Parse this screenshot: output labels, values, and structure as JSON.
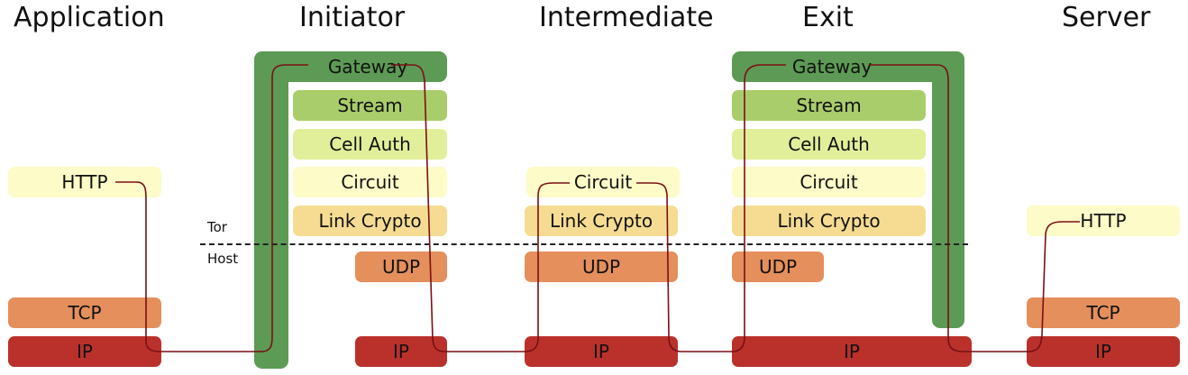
{
  "columns": {
    "application": "Application",
    "initiator": "Initiator",
    "intermediate": "Intermediate",
    "exit": "Exit",
    "server": "Server"
  },
  "layers": {
    "gateway": "Gateway",
    "stream": "Stream",
    "cell_auth": "Cell Auth",
    "circuit": "Circuit",
    "link_crypto": "Link Crypto",
    "udp": "UDP",
    "ip": "IP",
    "http": "HTTP",
    "tcp": "TCP"
  },
  "boundary": {
    "upper": "Tor",
    "lower": "Host"
  },
  "colors": {
    "http": "#fdfbc8",
    "circuit": "#fdfbc8",
    "cell_auth": "#e2ef9a",
    "stream": "#a9cd6a",
    "link_crypto": "#f5dc92",
    "udp": "#e48f5c",
    "tcp": "#e48f5c",
    "ip": "#ba312b",
    "gateway": "#5d9a55",
    "route": "#7a0f14"
  }
}
